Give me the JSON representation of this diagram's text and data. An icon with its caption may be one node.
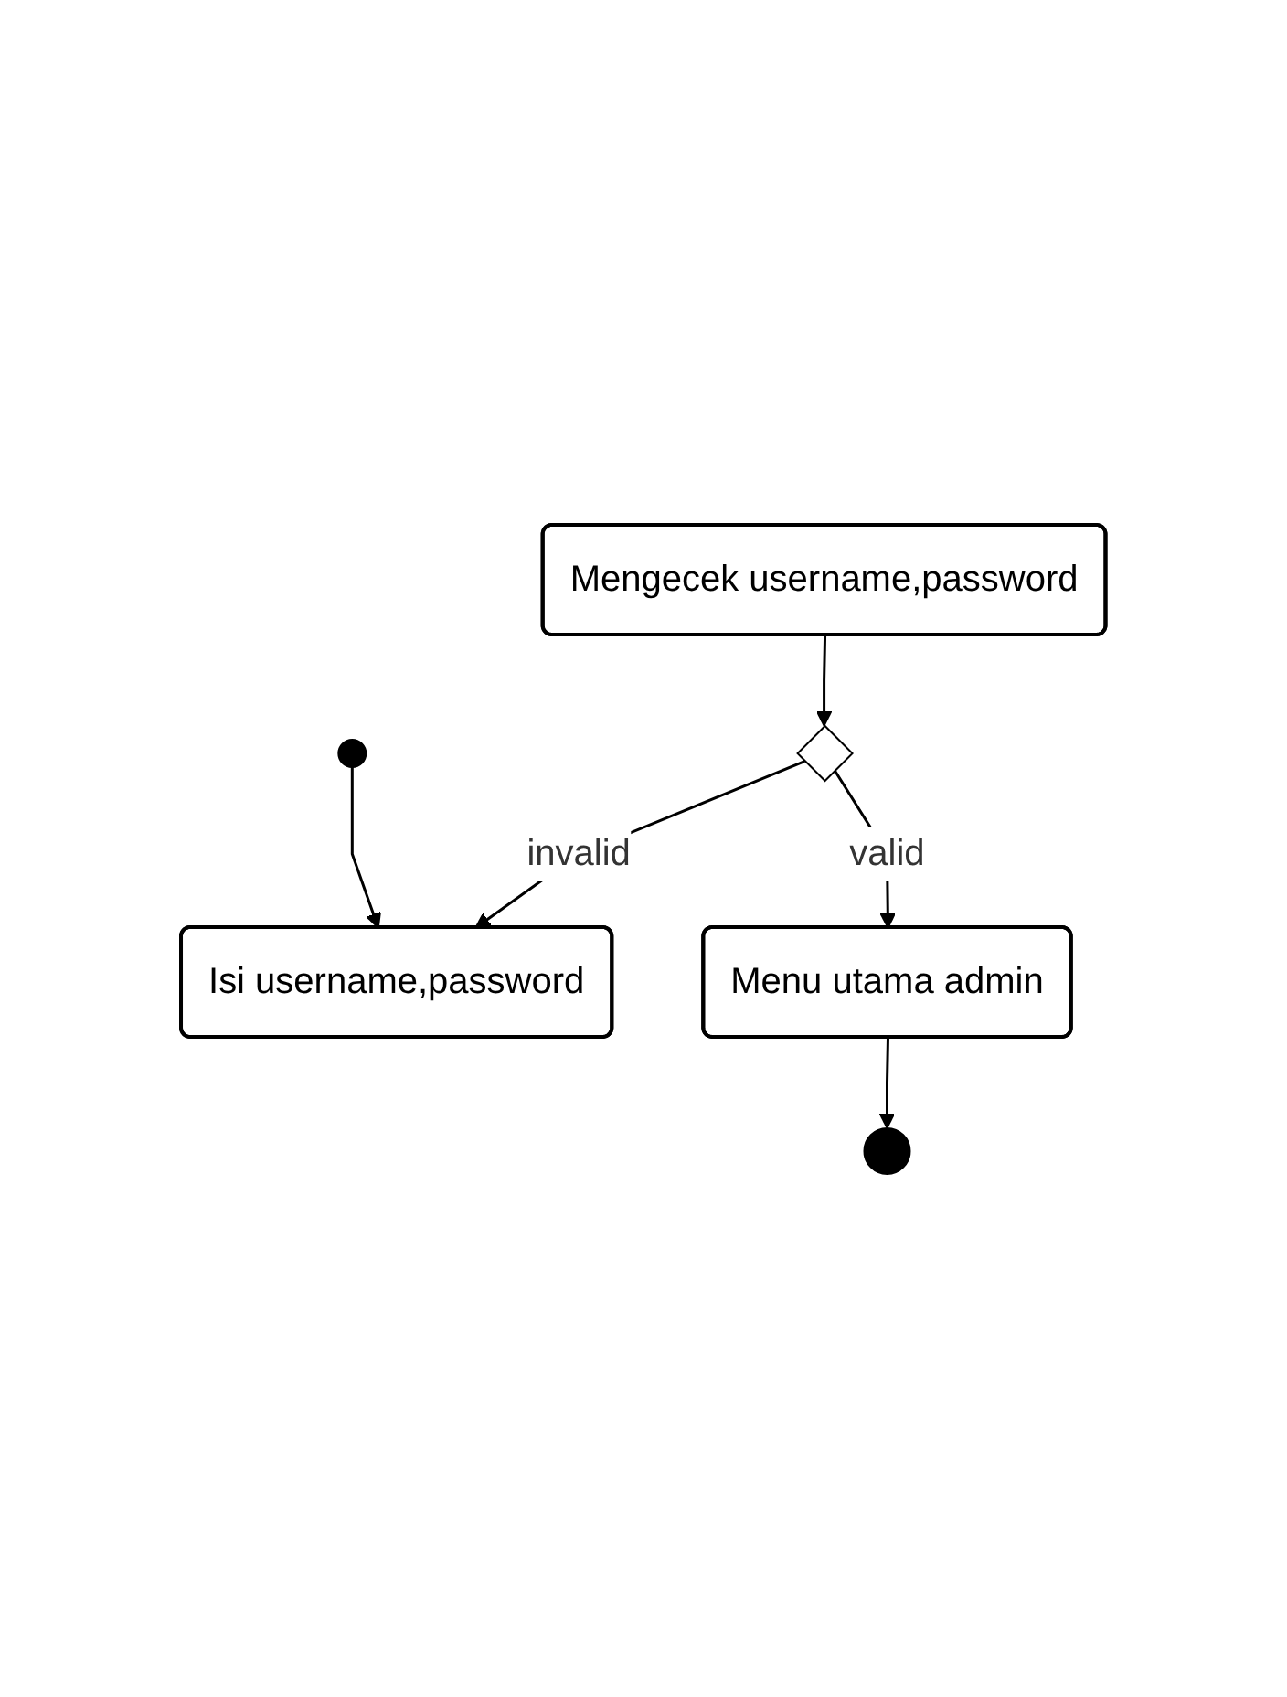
{
  "diagram": {
    "nodes": [
      {
        "text": [],
        "shape": "circle"
      },
      {
        "text": [
          "Isi username,password"
        ]
      },
      {
        "text": [
          "Mengecek username,password"
        ]
      },
      {
        "text": [],
        "shape": "diamond"
      },
      {
        "text": [
          "Menu utama admin"
        ]
      },
      {
        "text": [],
        "shape": "circle"
      }
    ],
    "edges": [
      {
        "from": 0,
        "to": 1,
        "arrow": "to"
      },
      {
        "from": 2,
        "to": 3,
        "arrow": "to"
      },
      {
        "from": 3,
        "to": 1,
        "arrow": "to",
        "label": "invalid"
      },
      {
        "from": 3,
        "to": 4,
        "arrow": "to",
        "label": "valid"
      },
      {
        "from": 4,
        "to": 5,
        "arrow": "to"
      }
    ]
  }
}
